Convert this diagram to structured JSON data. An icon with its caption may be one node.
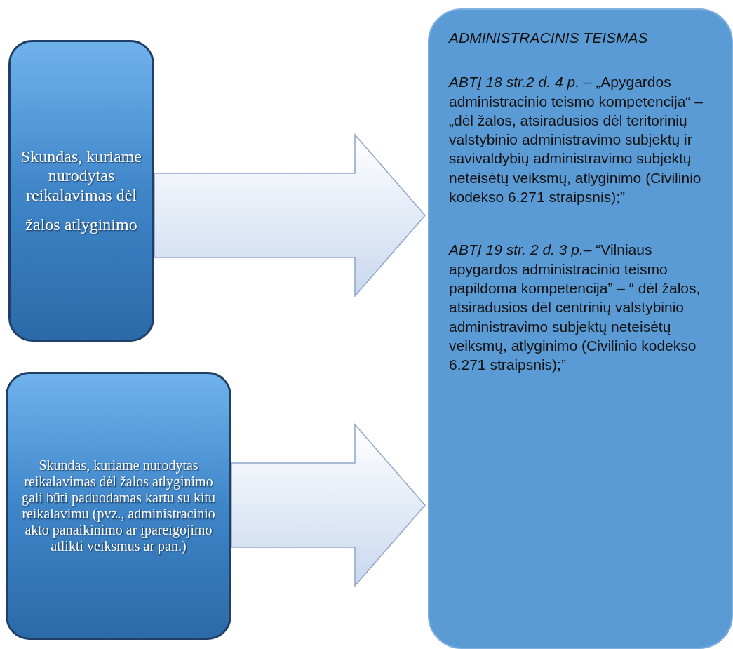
{
  "diagram": {
    "nodes": [
      {
        "text": [
          "Skundas, kuriame nurodytas reikalavimas dėl",
          "žalos atlyginimo"
        ]
      },
      {
        "text": [
          "Skundas, kuriame nurodytas reikalavimas dėl žalos atlyginimo gali būti paduodamas kartu su kitu reikalavimu (pvz., administracinio akto panaikinimo ar įpareigojimo atlikti veiksmus ar pan.)"
        ]
      },
      {
        "text": [
          "ADMINISTRACINIS  TEISMAS",
          "*ABTĮ 18 str.2 d. 4 p.* – „Apygardos administracinio teismo kompetencija“ – „dėl žalos, atsiradusios dėl teritorinių valstybinio administravimo subjektų ir savivaldybių administravimo subjektų neteisėtų veiksmų, atlyginimo (Civilinio kodekso 6.271 straipsnis);”",
          "*ABTĮ 19 str. 2 d. 3 p.*– “Vilniaus apygardos administracinio teismo papildoma kompetencija” – “ dėl žalos, atsiradusios dėl centrinių valstybinio administravimo subjektų neteisėtų veiksmų, atlyginimo (Civilinio kodekso 6.271 straipsnis);”"
        ]
      }
    ],
    "edges": [
      {
        "from": 0,
        "to": 2,
        "arrow": "to"
      },
      {
        "from": 1,
        "to": 2,
        "arrow": "to"
      }
    ]
  }
}
